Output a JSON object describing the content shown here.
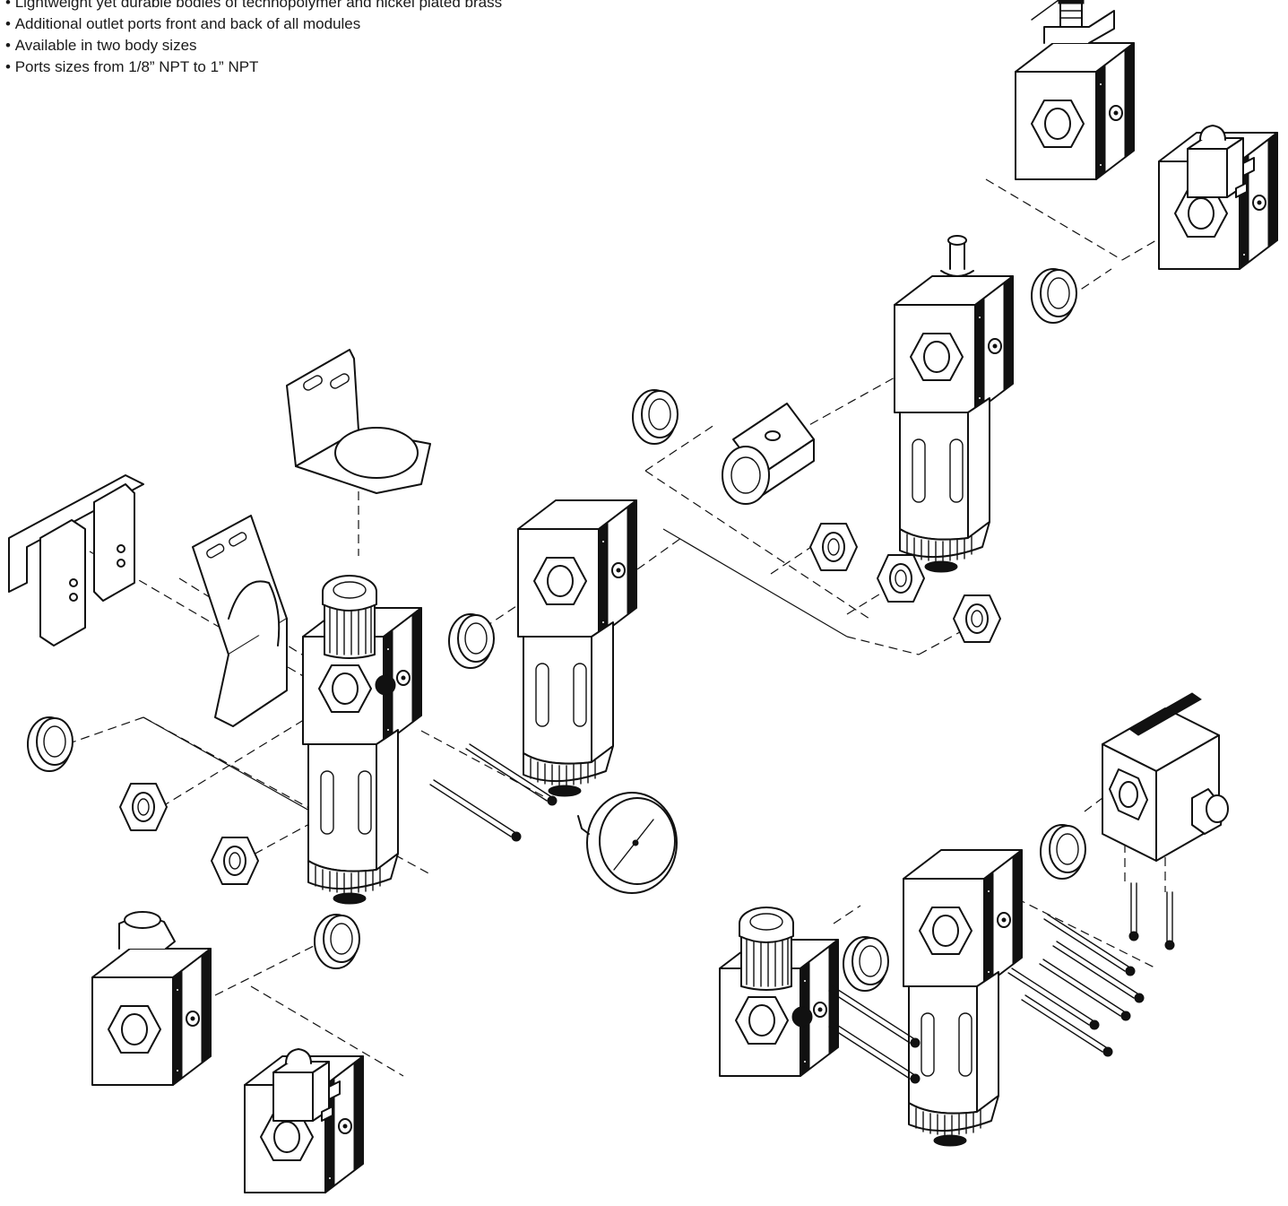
{
  "features": [
    "Lightweight yet durable bodies of technopolymer and nickel plated brass",
    "Additional outlet ports front and back of all modules",
    "Available in two body sizes",
    "Ports sizes from 1/8” NPT to 1” NPT"
  ]
}
